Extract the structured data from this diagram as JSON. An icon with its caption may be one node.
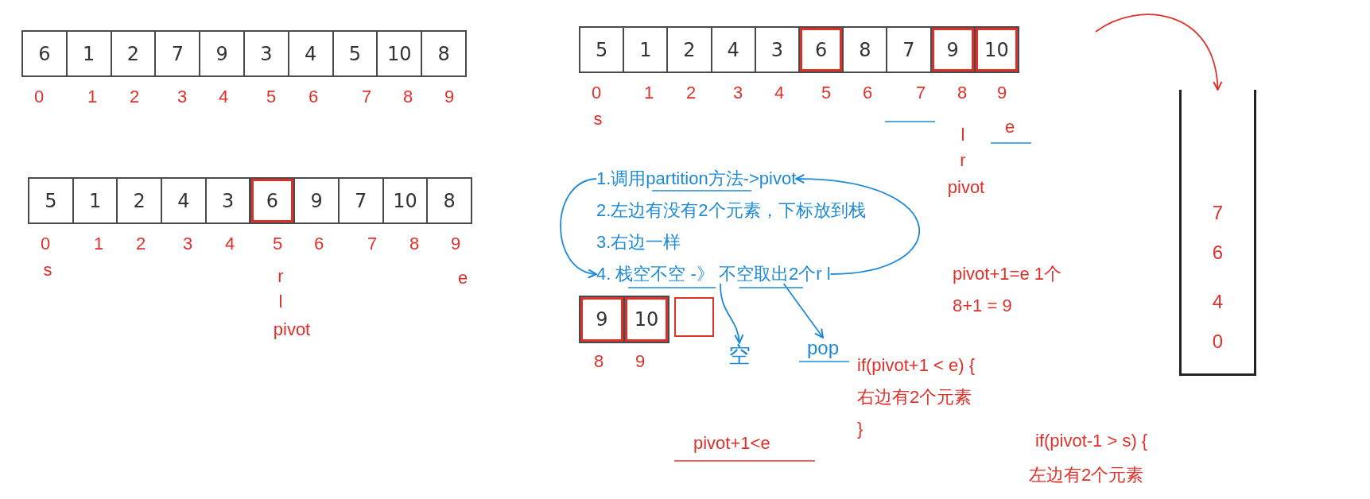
{
  "diagram": {
    "nodes": [
      {
        "text": [
          "6"
        ]
      },
      {
        "text": [
          "1"
        ]
      },
      {
        "text": [
          "2"
        ]
      },
      {
        "text": [
          "7"
        ]
      },
      {
        "text": [
          "9"
        ]
      },
      {
        "text": [
          "3"
        ]
      },
      {
        "text": [
          "4"
        ]
      },
      {
        "text": [
          "5"
        ]
      },
      {
        "text": [
          "10"
        ]
      },
      {
        "text": [
          "8"
        ]
      },
      {
        "text": [
          "5"
        ]
      },
      {
        "text": [
          "1"
        ]
      },
      {
        "text": [
          "2"
        ]
      },
      {
        "text": [
          "4"
        ]
      },
      {
        "text": [
          "3"
        ]
      },
      {
        "text": [
          "6"
        ]
      },
      {
        "text": [
          "8"
        ]
      },
      {
        "text": [
          "7"
        ]
      },
      {
        "text": [
          "9"
        ]
      },
      {
        "text": [
          "10"
        ]
      },
      {
        "text": [
          "5"
        ]
      },
      {
        "text": [
          "1"
        ]
      },
      {
        "text": [
          "2"
        ]
      },
      {
        "text": [
          "4"
        ]
      },
      {
        "text": [
          "3"
        ]
      },
      {
        "text": [
          "6"
        ]
      },
      {
        "text": [
          "9"
        ]
      },
      {
        "text": [
          "7"
        ]
      },
      {
        "text": [
          "10"
        ]
      },
      {
        "text": [
          "8"
        ]
      },
      {
        "text": [
          "1.调用partition方法->pivot"
        ]
      },
      {
        "text": [
          "2.左边有没有2个元素，下标放到栈"
        ]
      },
      {
        "text": [
          "3.右边一样"
        ]
      },
      {
        "text": [
          "4. 栈空不空 -》 不空取出2个r l"
        ]
      },
      {
        "text": [
          "9"
        ]
      },
      {
        "text": [
          "10"
        ]
      },
      {
        "text": [],
        "shape": "box"
      },
      {
        "text": [
          "空"
        ]
      },
      {
        "text": [
          "pop"
        ]
      },
      {
        "text": [
          "7",
          "6",
          "4",
          "0"
        ]
      }
    ],
    "edges": [
      {
        "from": 30,
        "to": 33,
        "arrow": "to"
      },
      {
        "from": 33,
        "to": 30,
        "arrow": "to"
      },
      {
        "from": 33,
        "to": 37,
        "arrow": "to"
      },
      {
        "from": 33,
        "to": 38,
        "arrow": "to"
      },
      {
        "from": null,
        "to": 39,
        "arrow": "to",
        "color": "#e0302a"
      }
    ],
    "labels": [
      "0",
      "1",
      "2",
      "3",
      "4",
      "5",
      "6",
      "7",
      "8",
      "9",
      "0",
      "1",
      "2",
      "3",
      "4",
      "5",
      "6",
      "7",
      "8",
      "9",
      "s",
      "e",
      "l",
      "r",
      "pivot",
      "0",
      "1",
      "2",
      "3",
      "4",
      "5",
      "6",
      "7",
      "8",
      "9",
      "s",
      "r",
      "e",
      "l",
      "pivot+1=e 1个",
      "8+1 = 9",
      "pivot",
      "8",
      "9",
      "if(pivot+1 < e) {",
      "右边有2个元素",
      "}",
      "pivot+1<e",
      "if(pivot-1 > s) {",
      "左边有2个元素"
    ]
  }
}
